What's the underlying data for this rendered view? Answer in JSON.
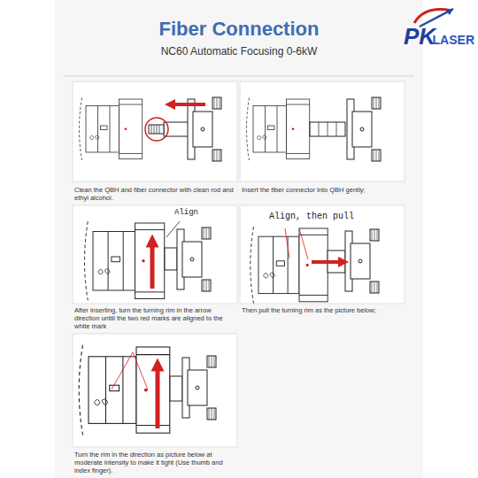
{
  "diagram": {
    "title": "Fiber Connection",
    "labels": [
      "NC60 Automatic Focusing 0-6kW",
      "PK",
      "LASER",
      "Clean the QBH and fiber connector with clean rod and ethyl alcohol.",
      "Insert the fiber connector into QBH gently;",
      "Align",
      "Align, then pull",
      "After inserting, turn the turning rim in the arrow direction untill the two red marks are aligned to the white mark",
      "Then pull the turning rim as the picture below;",
      "Turn the rim in the direction as picture below at moderate intensity to make it tight (Use thumb and index finger)."
    ]
  }
}
